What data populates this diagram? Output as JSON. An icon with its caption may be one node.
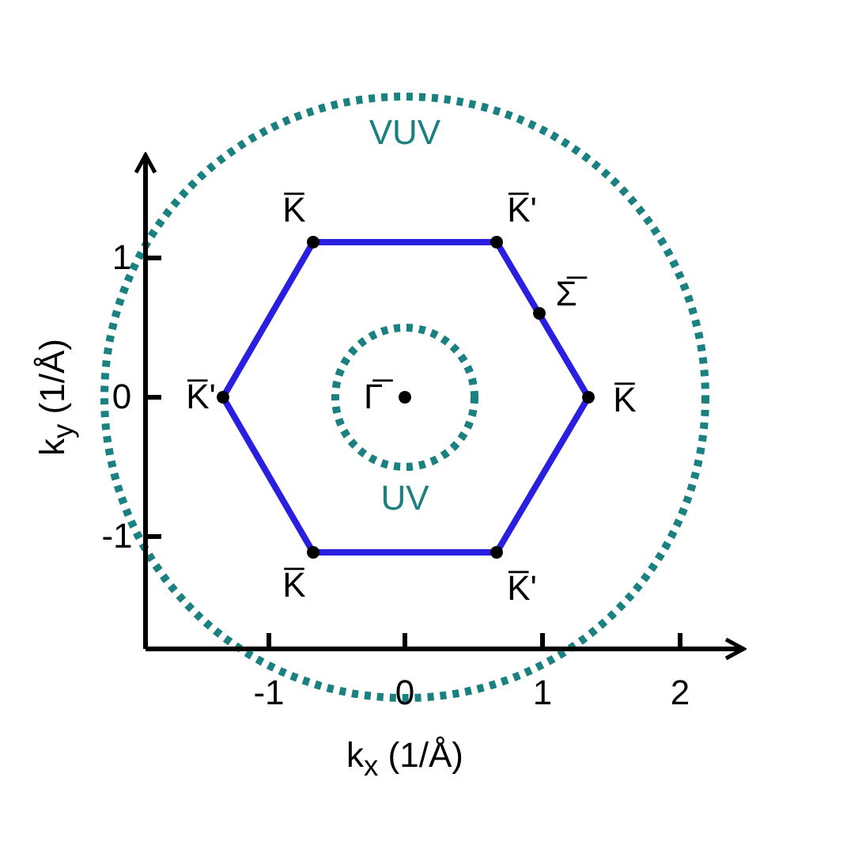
{
  "diagram": {
    "labels": [
      "VUV",
      "K̅",
      "K̅'",
      "1",
      "Σ̅",
      "k$_{y}$ (1/Å)",
      "0",
      "K̅'",
      "Γ̅",
      "K̅",
      "UV",
      "-1",
      "K̅",
      "K̅'",
      "-1",
      "0",
      "1",
      "2",
      "k$_{x}$ (1/Å)"
    ]
  }
}
